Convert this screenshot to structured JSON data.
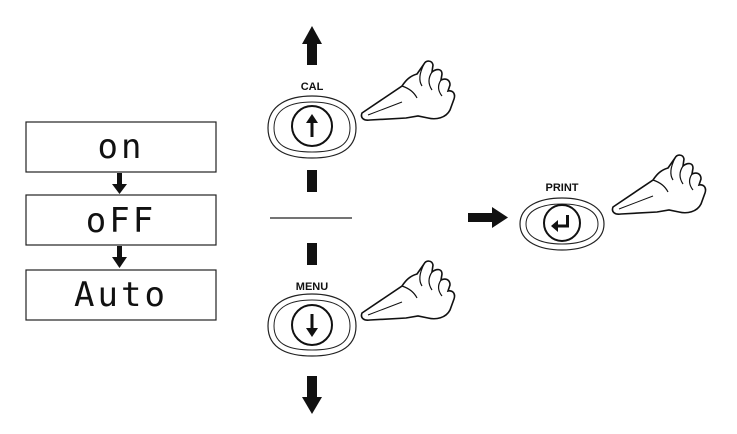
{
  "displays": [
    {
      "text": "on"
    },
    {
      "text": "oFF"
    },
    {
      "text": "Auto"
    }
  ],
  "buttons": {
    "cal": {
      "label": "CAL",
      "icon": "arrow-up-icon"
    },
    "menu": {
      "label": "MENU",
      "icon": "arrow-down-icon"
    },
    "print": {
      "label": "PRINT",
      "icon": "enter-icon"
    }
  },
  "colors": {
    "ink": "#111111",
    "panel": "#ffffff"
  }
}
